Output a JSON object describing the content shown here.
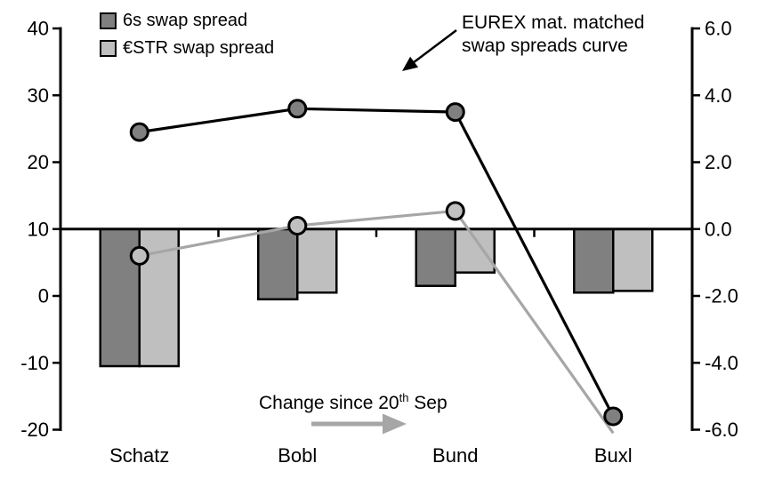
{
  "legend": {
    "items": [
      {
        "label": "6s swap spread",
        "color": "#808080"
      },
      {
        "label": "€STR swap spread",
        "color": "#bfbfbf"
      }
    ]
  },
  "annotations": {
    "curve_label": {
      "line1": "EUREX mat. matched",
      "line2": "swap spreads curve"
    },
    "change_label": {
      "prefix": "Change since 20",
      "sup": "th",
      "suffix": " Sep"
    }
  },
  "chart_data": {
    "type": "bar",
    "subtype": "combo-bar-line-dual-axis",
    "categories": [
      "Schatz",
      "Bobl",
      "Bund",
      "Buxl"
    ],
    "left_axis": {
      "tick_labels": [
        "40",
        "30",
        "20",
        "10",
        "0",
        "-10",
        "-20"
      ],
      "range": [
        40,
        -20
      ],
      "series_measured": "lines (swap spread levels, bp)"
    },
    "right_axis": {
      "tick_labels": [
        "6.0",
        "4.0",
        "2.0",
        "0.0",
        "-2.0",
        "-4.0",
        "-6.0"
      ],
      "range": [
        6,
        -6
      ],
      "series_measured": "bars (change since 20th Sep)"
    },
    "grid": false,
    "legend_position": "top-left",
    "bar_series": [
      {
        "name": "6s swap spread",
        "axis": "right",
        "fill": "#808080",
        "stroke": "#000000",
        "values": [
          -4.1,
          -2.1,
          -1.7,
          -1.9
        ]
      },
      {
        "name": "€STR swap spread",
        "axis": "right",
        "fill": "#bfbfbf",
        "stroke": "#000000",
        "values": [
          -4.1,
          -1.9,
          -1.3,
          -1.85
        ]
      }
    ],
    "line_series": [
      {
        "name": "€STR swap spreads curve",
        "axis": "left",
        "color": "#a6a6a6",
        "marker_fill": "#c0c0c0",
        "marker_stroke": "#000000",
        "values": [
          6,
          10.5,
          12.7,
          -20.5
        ],
        "markers": [
          1,
          1,
          1,
          0
        ]
      },
      {
        "name": "6s swap spreads curve (EUREX mat. matched)",
        "axis": "left",
        "color": "#000000",
        "marker_fill": "#808080",
        "marker_stroke": "#000000",
        "values": [
          24.5,
          28,
          27.5,
          -18
        ],
        "markers": [
          1,
          1,
          1,
          1
        ]
      }
    ],
    "arrows": [
      {
        "name": "curve-annotation-arrow",
        "from": [
          513,
          34
        ],
        "to": [
          452,
          80
        ],
        "color": "#000000",
        "width": 2.5,
        "head_len": 17,
        "head_w": 15
      },
      {
        "name": "change-annotation-arrow",
        "from": [
          350,
          477
        ],
        "to": [
          457,
          477
        ],
        "color": "#a6a6a6",
        "width": 5,
        "head_len": 27,
        "head_w": 23
      }
    ]
  }
}
